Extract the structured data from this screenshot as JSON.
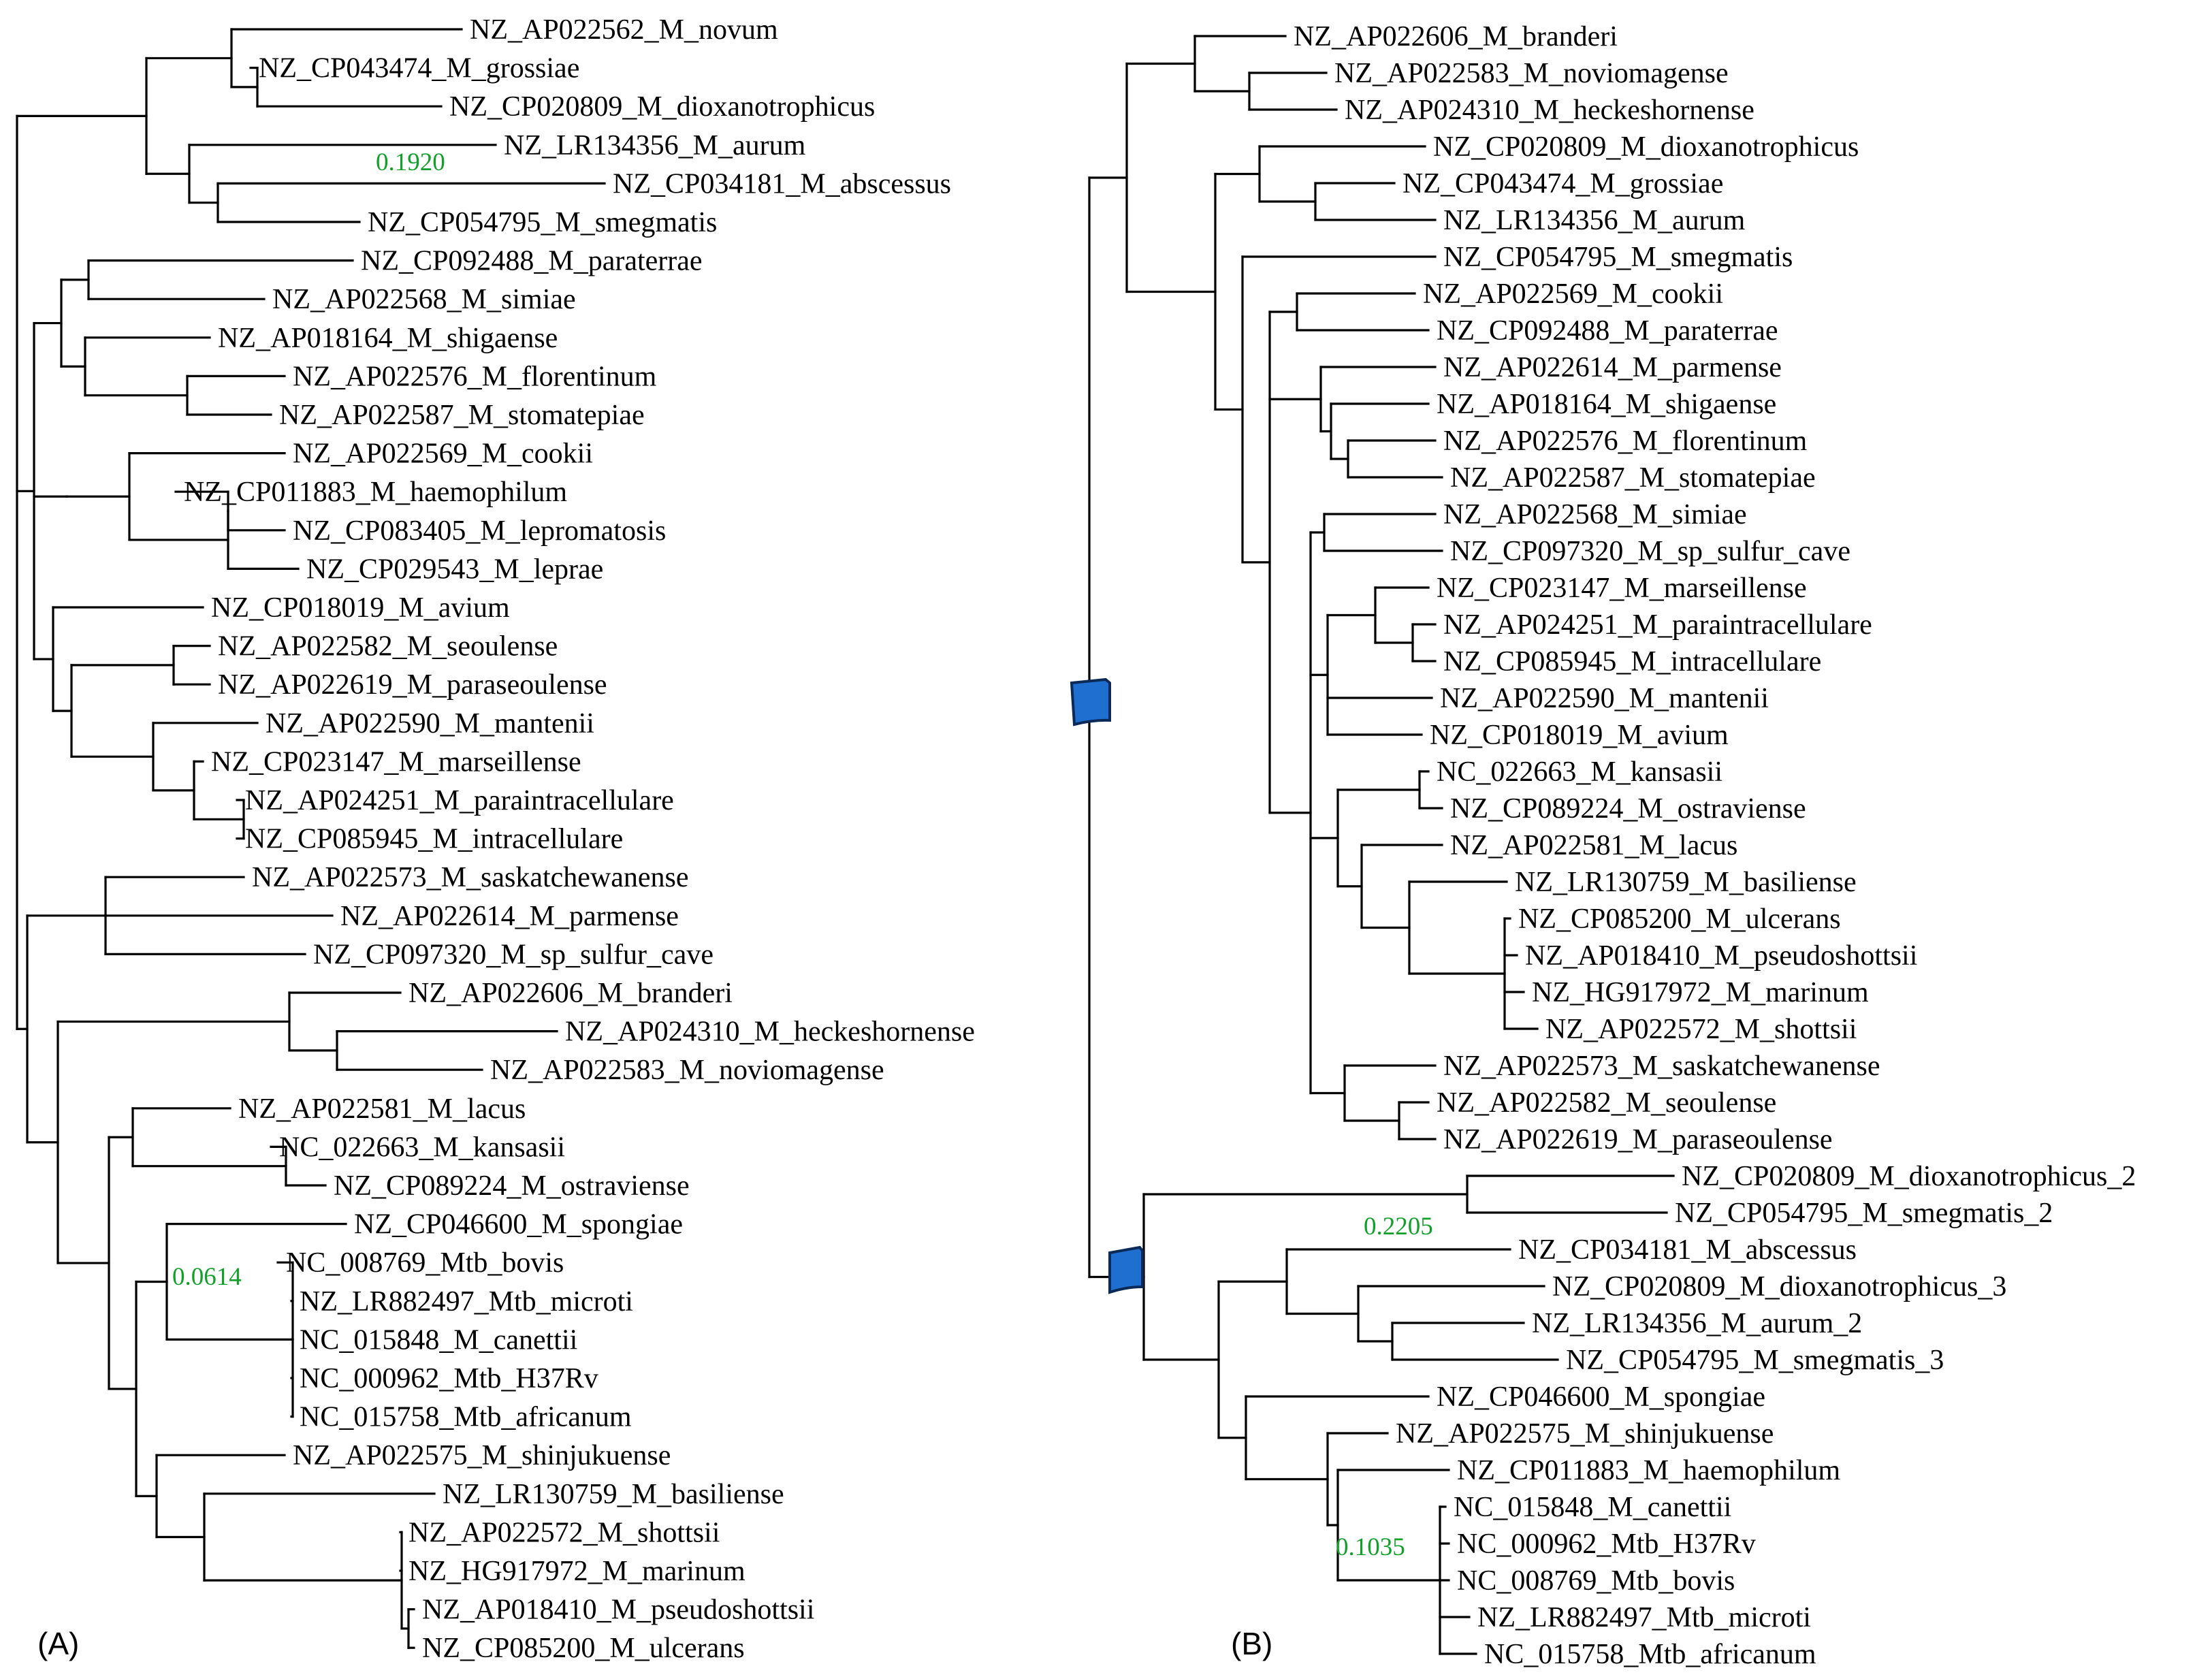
{
  "colors": {
    "black": "#000000",
    "red": "#e8122c",
    "blue": "#1a3be0",
    "green": "#19b419",
    "branch_length": "#12a02a",
    "marker": "#1f6fd1"
  },
  "panels": [
    {
      "label": "(A)"
    },
    {
      "label": "(B)"
    }
  ],
  "trees": [
    {
      "leaves": [
        {
          "label": "NZ_AP022562_M_novum",
          "color": "black"
        },
        {
          "label": "NZ_CP043474_M_grossiae",
          "color": "black"
        },
        {
          "label": "NZ_CP020809_M_dioxanotrophicus",
          "color": "black"
        },
        {
          "label": "NZ_LR134356_M_aurum",
          "color": "black"
        },
        {
          "label": "NZ_CP034181_M_abscessus",
          "color": "black"
        },
        {
          "label": "NZ_CP054795_M_smegmatis",
          "color": "black"
        },
        {
          "label": "NZ_CP092488_M_paraterrae",
          "color": "black"
        },
        {
          "label": "NZ_AP022568_M_simiae",
          "color": "black"
        },
        {
          "label": "NZ_AP018164_M_shigaense",
          "color": "black"
        },
        {
          "label": "NZ_AP022576_M_florentinum",
          "color": "black"
        },
        {
          "label": "NZ_AP022587_M_stomatepiae",
          "color": "black"
        },
        {
          "label": "NZ_AP022569_M_cookii",
          "color": "black"
        },
        {
          "label": "NZ_CP011883_M_haemophilum",
          "color": "black"
        },
        {
          "label": "NZ_CP083405_M_lepromatosis",
          "color": "black"
        },
        {
          "label": "NZ_CP029543_M_leprae",
          "color": "black"
        },
        {
          "label": "NZ_CP018019_M_avium",
          "color": "black"
        },
        {
          "label": "NZ_AP022582_M_seoulense",
          "color": "black"
        },
        {
          "label": "NZ_AP022619_M_paraseoulense",
          "color": "black"
        },
        {
          "label": "NZ_AP022590_M_mantenii",
          "color": "black"
        },
        {
          "label": "NZ_CP023147_M_marseillense",
          "color": "black"
        },
        {
          "label": "NZ_AP024251_M_paraintracellulare",
          "color": "black"
        },
        {
          "label": "NZ_CP085945_M_intracellulare",
          "color": "black"
        },
        {
          "label": "NZ_AP022573_M_saskatchewanense",
          "color": "black"
        },
        {
          "label": "NZ_AP022614_M_parmense",
          "color": "black"
        },
        {
          "label": "NZ_CP097320_M_sp_sulfur_cave",
          "color": "black"
        },
        {
          "label": "NZ_AP022606_M_branderi",
          "color": "black"
        },
        {
          "label": "NZ_AP024310_M_heckeshornense",
          "color": "black"
        },
        {
          "label": "NZ_AP022583_M_noviomagense",
          "color": "black"
        },
        {
          "label": "NZ_AP022581_M_lacus",
          "color": "black"
        },
        {
          "label": "NC_022663_M_kansasii",
          "color": "black"
        },
        {
          "label": "NZ_CP089224_M_ostraviense",
          "color": "black"
        },
        {
          "label": "NZ_CP046600_M_spongiae",
          "color": "black"
        },
        {
          "label": "NC_008769_Mtb_bovis",
          "color": "black"
        },
        {
          "label": "NZ_LR882497_Mtb_microti",
          "color": "black"
        },
        {
          "label": "NC_015848_M_canettii",
          "color": "black"
        },
        {
          "label": "NC_000962_Mtb_H37Rv",
          "color": "black"
        },
        {
          "label": "NC_015758_Mtb_africanum",
          "color": "black"
        },
        {
          "label": "NZ_AP022575_M_shinjukuense",
          "color": "black"
        },
        {
          "label": "NZ_LR130759_M_basiliense",
          "color": "black"
        },
        {
          "label": "NZ_AP022572_M_shottsii",
          "color": "black"
        },
        {
          "label": "NZ_HG917972_M_marinum",
          "color": "black"
        },
        {
          "label": "NZ_AP018410_M_pseudoshottsii",
          "color": "black"
        },
        {
          "label": "NZ_CP085200_M_ulcerans",
          "color": "black"
        }
      ],
      "branch_length_labels": [
        "0.1920",
        "0.0614"
      ]
    },
    {
      "leaves": [
        {
          "label": "NZ_AP022606_M_branderi",
          "color": "black"
        },
        {
          "label": "NZ_AP022583_M_noviomagense",
          "color": "black"
        },
        {
          "label": "NZ_AP024310_M_heckeshornense",
          "color": "black"
        },
        {
          "label": "NZ_CP020809_M_dioxanotrophicus",
          "color": "red"
        },
        {
          "label": "NZ_CP043474_M_grossiae",
          "color": "black"
        },
        {
          "label": "NZ_LR134356_M_aurum",
          "color": "blue"
        },
        {
          "label": "NZ_CP054795_M_smegmatis",
          "color": "green"
        },
        {
          "label": "NZ_AP022569_M_cookii",
          "color": "black"
        },
        {
          "label": "NZ_CP092488_M_paraterrae",
          "color": "black"
        },
        {
          "label": "NZ_AP022614_M_parmense",
          "color": "black"
        },
        {
          "label": "NZ_AP018164_M_shigaense",
          "color": "black"
        },
        {
          "label": "NZ_AP022576_M_florentinum",
          "color": "black"
        },
        {
          "label": "NZ_AP022587_M_stomatepiae",
          "color": "black"
        },
        {
          "label": "NZ_AP022568_M_simiae",
          "color": "black"
        },
        {
          "label": "NZ_CP097320_M_sp_sulfur_cave",
          "color": "black"
        },
        {
          "label": "NZ_CP023147_M_marseillense",
          "color": "black"
        },
        {
          "label": "NZ_AP024251_M_paraintracellulare",
          "color": "black"
        },
        {
          "label": "NZ_CP085945_M_intracellulare",
          "color": "black"
        },
        {
          "label": "NZ_AP022590_M_mantenii",
          "color": "black"
        },
        {
          "label": "NZ_CP018019_M_avium",
          "color": "black"
        },
        {
          "label": "NC_022663_M_kansasii",
          "color": "black"
        },
        {
          "label": "NZ_CP089224_M_ostraviense",
          "color": "black"
        },
        {
          "label": "NZ_AP022581_M_lacus",
          "color": "black"
        },
        {
          "label": "NZ_LR130759_M_basiliense",
          "color": "black"
        },
        {
          "label": "NZ_CP085200_M_ulcerans",
          "color": "black"
        },
        {
          "label": "NZ_AP018410_M_pseudoshottsii",
          "color": "black"
        },
        {
          "label": "NZ_HG917972_M_marinum",
          "color": "black"
        },
        {
          "label": "NZ_AP022572_M_shottsii",
          "color": "black"
        },
        {
          "label": "NZ_AP022573_M_saskatchewanense",
          "color": "black"
        },
        {
          "label": "NZ_AP022582_M_seoulense",
          "color": "black"
        },
        {
          "label": "NZ_AP022619_M_paraseoulense",
          "color": "black"
        },
        {
          "label": "NZ_CP020809_M_dioxanotrophicus_2",
          "color": "red"
        },
        {
          "label": "NZ_CP054795_M_smegmatis_2",
          "color": "green"
        },
        {
          "label": "NZ_CP034181_M_abscessus",
          "color": "black"
        },
        {
          "label": "NZ_CP020809_M_dioxanotrophicus_3",
          "color": "red"
        },
        {
          "label": "NZ_LR134356_M_aurum_2",
          "color": "blue"
        },
        {
          "label": "NZ_CP054795_M_smegmatis_3",
          "color": "green"
        },
        {
          "label": "NZ_CP046600_M_spongiae",
          "color": "black"
        },
        {
          "label": "NZ_AP022575_M_shinjukuense",
          "color": "black"
        },
        {
          "label": "NZ_CP011883_M_haemophilum",
          "color": "black"
        },
        {
          "label": "NC_015848_M_canettii",
          "color": "black"
        },
        {
          "label": "NC_000962_Mtb_H37Rv",
          "color": "black"
        },
        {
          "label": "NC_008769_Mtb_bovis",
          "color": "black"
        },
        {
          "label": "NZ_LR882497_Mtb_microti",
          "color": "black"
        },
        {
          "label": "NC_015758_Mtb_africanum",
          "color": "black"
        }
      ],
      "branch_length_labels": [
        "0.2205",
        "0.1035"
      ]
    }
  ]
}
